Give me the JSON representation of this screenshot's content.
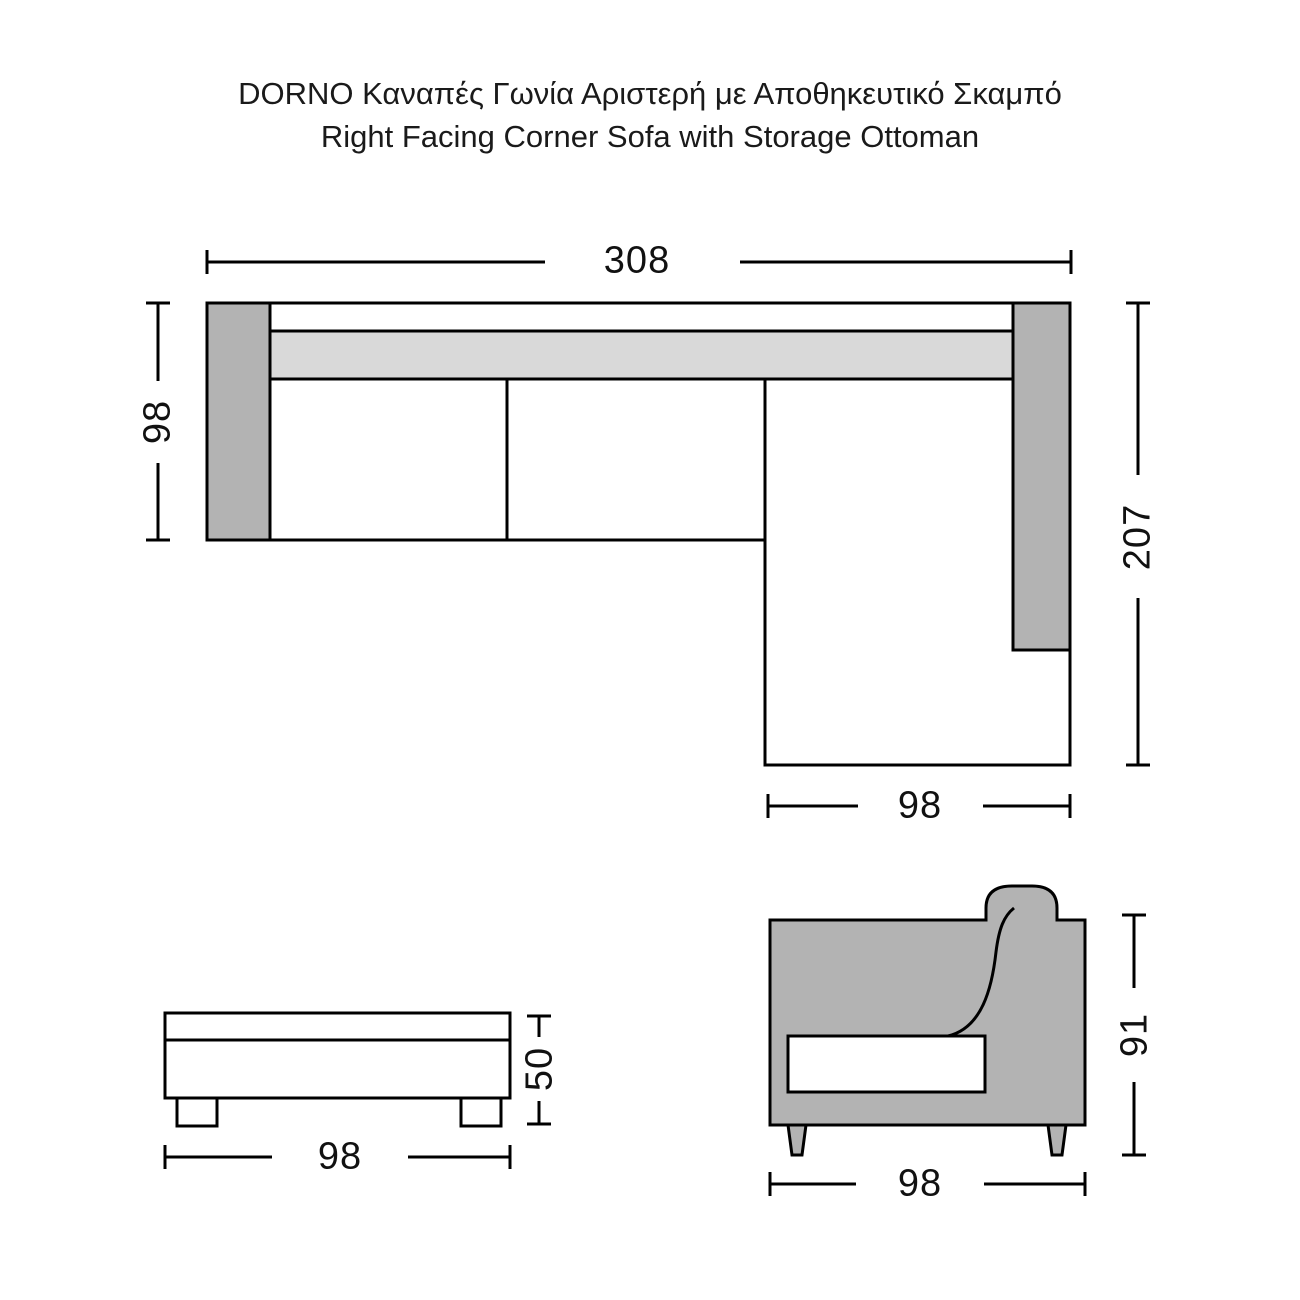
{
  "title": {
    "greek": "DORNO Καναπές Γωνία Αριστερή με Αποθηκευτικό Σκαμπό",
    "english": "Right Facing Corner Sofa with Storage Ottoman"
  },
  "top_view": {
    "overall_width": "308",
    "left_depth": "98",
    "chaise_length": "207",
    "chaise_width": "98"
  },
  "ottoman_view": {
    "height": "50",
    "width": "98"
  },
  "side_view": {
    "height": "91",
    "depth": "98"
  },
  "colors": {
    "sofa_gray": "#b3b3b3",
    "backrest_gray": "#d9d9d9",
    "outline": "#000000",
    "background": "#ffffff"
  }
}
